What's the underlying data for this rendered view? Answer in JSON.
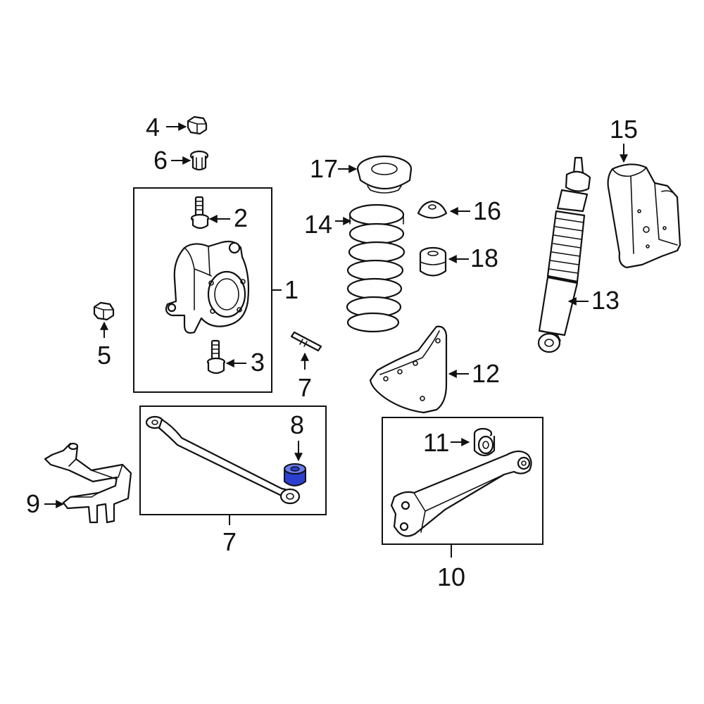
{
  "callouts": {
    "c1": "1",
    "c2": "2",
    "c3": "3",
    "c4": "4",
    "c5": "5",
    "c6": "6",
    "c7_pin": "7",
    "c7_box": "7",
    "c8": "8",
    "c9": "9",
    "c10": "10",
    "c11": "11",
    "c12": "12",
    "c13": "13",
    "c14": "14",
    "c15": "15",
    "c16": "16",
    "c17": "17",
    "c18": "18"
  },
  "colors": {
    "line": "#111111",
    "highlight": "#2b3fd1",
    "highlight_light": "#6b7cf0",
    "background": "#ffffff"
  },
  "highlighted_part": "8"
}
